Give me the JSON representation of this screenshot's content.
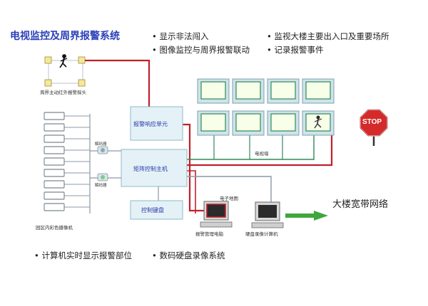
{
  "title": "电视监控及周界报警系统",
  "top_bullets": [
    "显示非法闯入",
    "监视大楼主要出入口及重要场所",
    "图像监控与周界报警联动",
    "记录报警事件"
  ],
  "bottom_bullets": [
    "计算机实时显示报警部位",
    "数码硬盘录像系统"
  ],
  "labels": {
    "perimeter_detector": "周界主动红外报警探头",
    "alarm_response_unit": "报警响应单元",
    "matrix_host": "矩阵控制主机",
    "control_keyboard": "控制键盘",
    "tv_wall": "电视墙",
    "electronic_map": "电子地图",
    "alarm_computer": "报警管理电脑",
    "dvr_computer": "硬盘录像计算机",
    "campus_cameras": "园区内彩色摄像机",
    "dome_top": "解码器",
    "dome_bottom": "解码器",
    "building_network": "大楼宽带网络",
    "stop_sign": "STOP"
  },
  "colors": {
    "red_line": "#c0202a",
    "green_line": "#2f8a5a",
    "grey_line": "#8a9aa8",
    "box_fill": "#e4f2f8",
    "box_border": "#8fb8c8",
    "arrow_green": "#3da83d"
  }
}
